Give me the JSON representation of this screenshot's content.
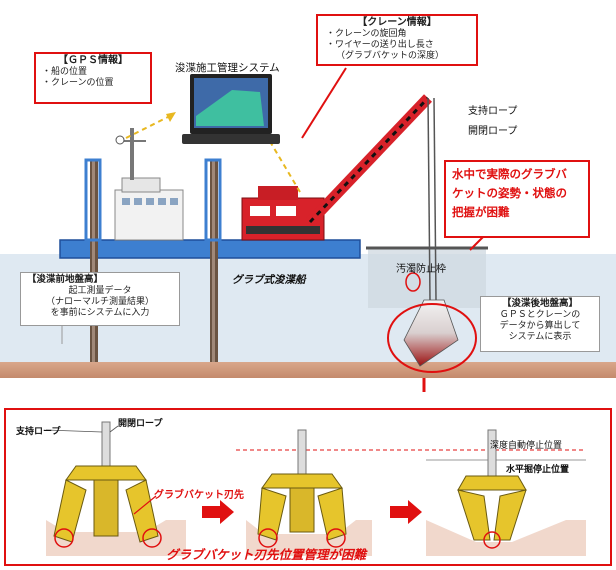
{
  "gps_box": {
    "title": "【ＧＰＳ情報】",
    "lines": [
      "・船の位置",
      "・クレーンの位置"
    ]
  },
  "system_label": "浚渫施工管理システム",
  "crane_box": {
    "title": "【クレーン情報】",
    "lines": [
      "・クレーンの旋回角",
      "・ワイヤーの送り出し長さ",
      "（グラブバケットの深度）"
    ]
  },
  "rope_labels": {
    "support": "支持ロープ",
    "open_close": "開閉ロープ"
  },
  "problem_box": {
    "lines": [
      "水中で実際のグラブバ",
      "ケットの姿勢・状態の",
      "把握が困難"
    ]
  },
  "pre_box": {
    "title": "【浚渫前地盤高】",
    "lines": [
      "起工測量データ",
      "（ナローマルチ測量結果）",
      "を事前にシステムに入力"
    ]
  },
  "vessel_label": "グラブ式浚渫船",
  "turbidity_label": "汚濁防止枠",
  "post_box": {
    "title": "【浚渫後地盤高】",
    "lines": [
      "ＧＰＳとクレーンの",
      "データから算出して",
      "システムに表示"
    ]
  },
  "bottom": {
    "support_rope": "支持ロープ",
    "open_close_rope": "開閉ロープ",
    "depth_stop": "深度自動停止位置",
    "horizontal_stop": "水平掘停止位置",
    "blade_tip": "グラブバケット刃先",
    "caption": "グラブバケット刃先位置管理が困難"
  },
  "colors": {
    "accent": "#e01010",
    "water": "#dfe9f2",
    "vessel": "#3d7fd0",
    "crane": "#d8222a",
    "bucket": "#e6c52c"
  }
}
